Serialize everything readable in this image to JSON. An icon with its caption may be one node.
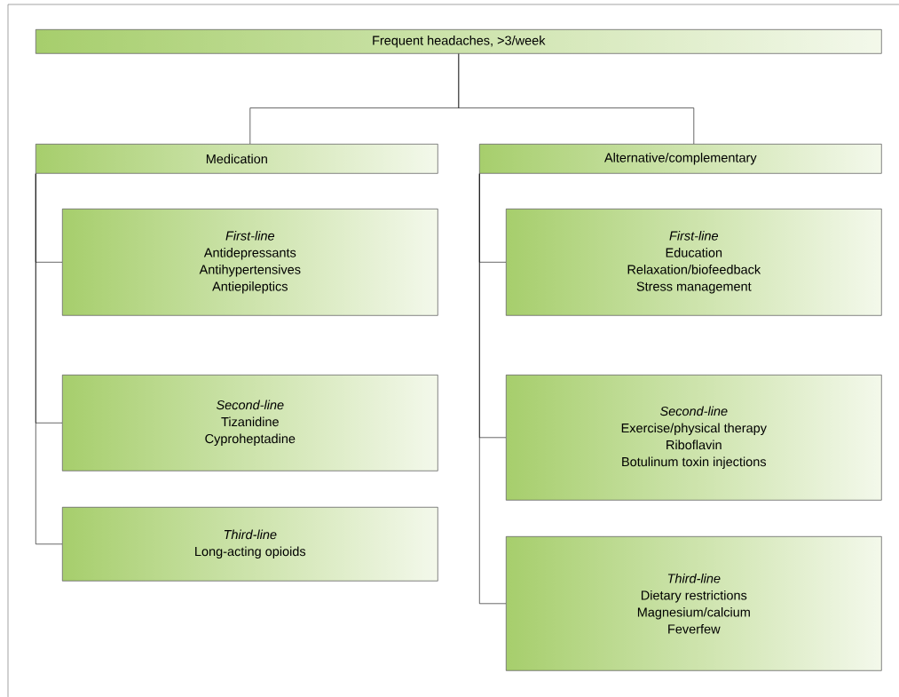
{
  "diagram": {
    "nodes": [
      {
        "text": [
          "Frequent headaches, >3/week"
        ]
      },
      {
        "text": [
          "Medication"
        ]
      },
      {
        "text": [
          "Alternative/complementary"
        ]
      },
      {
        "text": [
          "First-line",
          "Antidepressants",
          "Antihypertensives",
          "Antiepileptics"
        ]
      },
      {
        "text": [
          "Second-line",
          "Tizanidine",
          "Cyproheptadine"
        ]
      },
      {
        "text": [
          "Third-line",
          "Long-acting opioids"
        ]
      },
      {
        "text": [
          "First-line",
          "Education",
          "Relaxation/biofeedback",
          "Stress management"
        ]
      },
      {
        "text": [
          "Second-line",
          "Exercise/physical therapy",
          "Riboflavin",
          "Botulinum toxin injections"
        ]
      },
      {
        "text": [
          "Third-line",
          "Dietary restrictions",
          "Magnesium/calcium",
          "Feverfew"
        ]
      }
    ],
    "edges": [
      {
        "from": 0,
        "to": 1,
        "arrow": "none"
      },
      {
        "from": 0,
        "to": 2,
        "arrow": "none"
      },
      {
        "from": 1,
        "to": 3,
        "arrow": "none"
      },
      {
        "from": 1,
        "to": 4,
        "arrow": "none"
      },
      {
        "from": 1,
        "to": 5,
        "arrow": "none"
      },
      {
        "from": 2,
        "to": 6,
        "arrow": "none"
      },
      {
        "from": 2,
        "to": 7,
        "arrow": "none"
      },
      {
        "from": 2,
        "to": 8,
        "arrow": "none"
      }
    ]
  }
}
